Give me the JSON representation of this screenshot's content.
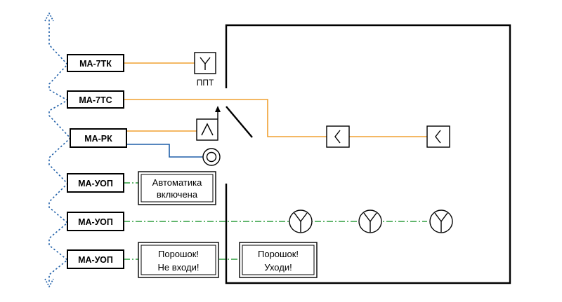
{
  "modules": [
    {
      "label": "МА-7ТК"
    },
    {
      "label": "МА-7ТС"
    },
    {
      "label": "МА-РК"
    },
    {
      "label": "МА-УОП"
    },
    {
      "label": "МА-УОП"
    },
    {
      "label": "МА-УОП"
    }
  ],
  "detector_label": "ППТ",
  "signs": {
    "automatic": {
      "line1": "Автоматика",
      "line2": "включена"
    },
    "no_entry": {
      "line1": "Порошок!",
      "line2": "Не входи!"
    },
    "leave": {
      "line1": "Порошок!",
      "line2": "Уходи!"
    }
  },
  "colors": {
    "orange_wire": "#F0A030",
    "blue_wire": "#1F5FA8",
    "green_wire": "#2E9E3E",
    "bus_dotted": "#1F5FA8",
    "outline": "#000000"
  }
}
